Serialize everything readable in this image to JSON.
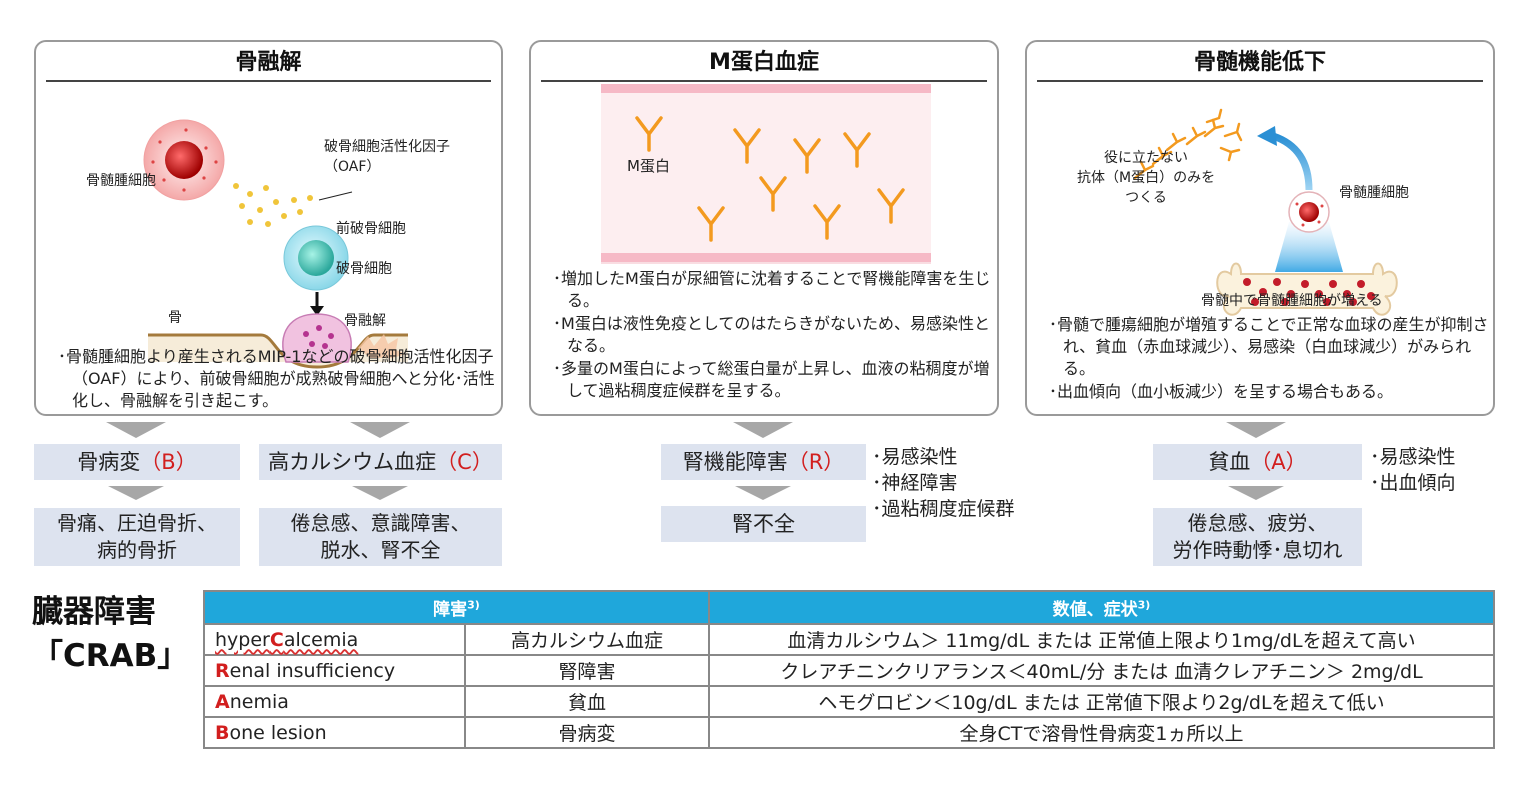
{
  "panels": {
    "bone": {
      "title": "骨融解",
      "labels": {
        "myeloma_cell": "骨髄腫細胞",
        "oaf": "破骨細胞活性化因子\n（OAF）",
        "pre_osteoclast": "前破骨細胞",
        "osteoclast": "破骨細胞",
        "bone": "骨",
        "osteolysis": "骨融解"
      },
      "bullets": [
        "骨髄腫細胞より産生されるMIP-1などの破骨細胞活性化因子（OAF）により、前破骨細胞が成熟破骨細胞へと分化･活性化し、骨融解を引き起こす。"
      ]
    },
    "mprotein": {
      "title": "M蛋白血症",
      "labels": {
        "m_protein": "M蛋白"
      },
      "bullets": [
        "増加したM蛋白が尿細管に沈着することで腎機能障害を生じる。",
        "M蛋白は液性免疫としてのはたらきがないため、易感染性となる。",
        "多量のM蛋白によって総蛋白量が上昇し、血液の粘稠度が増して過粘稠度症候群を呈する。"
      ]
    },
    "marrow": {
      "title": "骨髄機能低下",
      "labels": {
        "useless_antibody": "役に立たない\n抗体（M蛋白）のみを\nつくる",
        "myeloma_cell": "骨髄腫細胞",
        "marrow_increase": "骨髄中で骨髄腫細胞が増える"
      },
      "bullets": [
        "骨髄で腫瘍細胞が増殖することで正常な血球の産生が抑制され、貧血（赤血球減少）、易感染（白血球減少）がみられる。",
        "出血傾向（血小板減少）を呈する場合もある。"
      ]
    }
  },
  "flow": {
    "bone_disease": {
      "label": "骨病変",
      "code": "（B）"
    },
    "bone_symptoms": [
      "骨痛、圧迫骨折、",
      "病的骨折"
    ],
    "hypercalcemia": {
      "label": "高カルシウム血症",
      "code": "（C）"
    },
    "hypercalcemia_symptoms": [
      "倦怠感、意識障害、",
      "脱水、腎不全"
    ],
    "renal": {
      "label": "腎機能障害",
      "code": "（R）"
    },
    "renal_outcome": "腎不全",
    "mprotein_side": [
      "･易感染性",
      "･神経障害",
      "･過粘稠度症候群"
    ],
    "anemia": {
      "label": "貧血",
      "code": "（A）"
    },
    "anemia_symptoms": [
      "倦怠感、疲労、",
      "労作時動悸･息切れ"
    ],
    "anemia_side": [
      "･易感染性",
      "･出血傾向"
    ]
  },
  "crab": {
    "title_line1": "臓器障害",
    "title_line2": "「CRAB」",
    "header_left": "障害",
    "header_left_sup": "3)",
    "header_right": "数値、症状",
    "header_right_sup": "3)",
    "rows": [
      {
        "pre": "hyper",
        "cap": "C",
        "post": "alcemia",
        "jp": "高カルシウム血症",
        "value": "血清カルシウム＞ 11mg/dL または 正常値上限より1mg/dLを超えて高い"
      },
      {
        "pre": "",
        "cap": "R",
        "post": "enal insufficiency",
        "jp": "腎障害",
        "value": "クレアチニンクリアランス＜40mL/分 または 血清クレアチニン＞ 2mg/dL"
      },
      {
        "pre": "",
        "cap": "A",
        "post": "nemia",
        "jp": "貧血",
        "value": "ヘモグロビン＜10g/dL または 正常値下限より2g/dLを超えて低い"
      },
      {
        "pre": "",
        "cap": "B",
        "post": "one lesion",
        "jp": "骨病変",
        "value": "全身CTで溶骨性骨病変1ヵ所以上"
      }
    ]
  },
  "colors": {
    "accent_red": "#d21e1e",
    "box_fill": "#dde3ef",
    "table_header": "#1fa7db"
  }
}
